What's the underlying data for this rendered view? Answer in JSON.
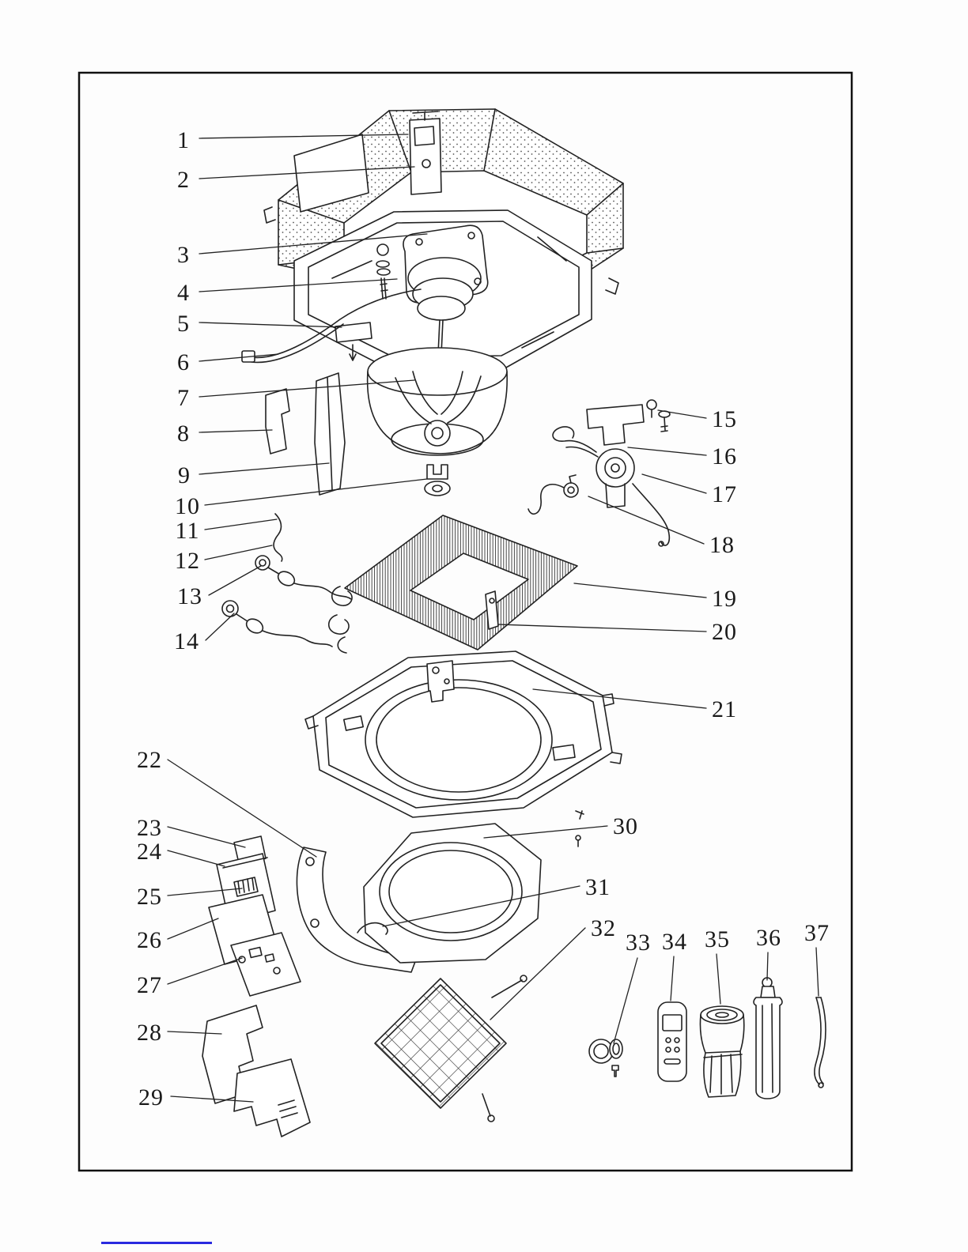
{
  "figure": {
    "labels": [
      "1",
      "2",
      "3",
      "4",
      "5",
      "6",
      "7",
      "8",
      "9",
      "10",
      "11",
      "12",
      "13",
      "14",
      "15",
      "16",
      "17",
      "18",
      "19",
      "20",
      "21",
      "22",
      "23",
      "24",
      "25",
      "26",
      "27",
      "28",
      "29",
      "30",
      "31",
      "32",
      "33",
      "34",
      "35",
      "36",
      "37"
    ]
  },
  "colors": {
    "line_art": "#222222",
    "footer_link_underline": "#2a2adf"
  }
}
